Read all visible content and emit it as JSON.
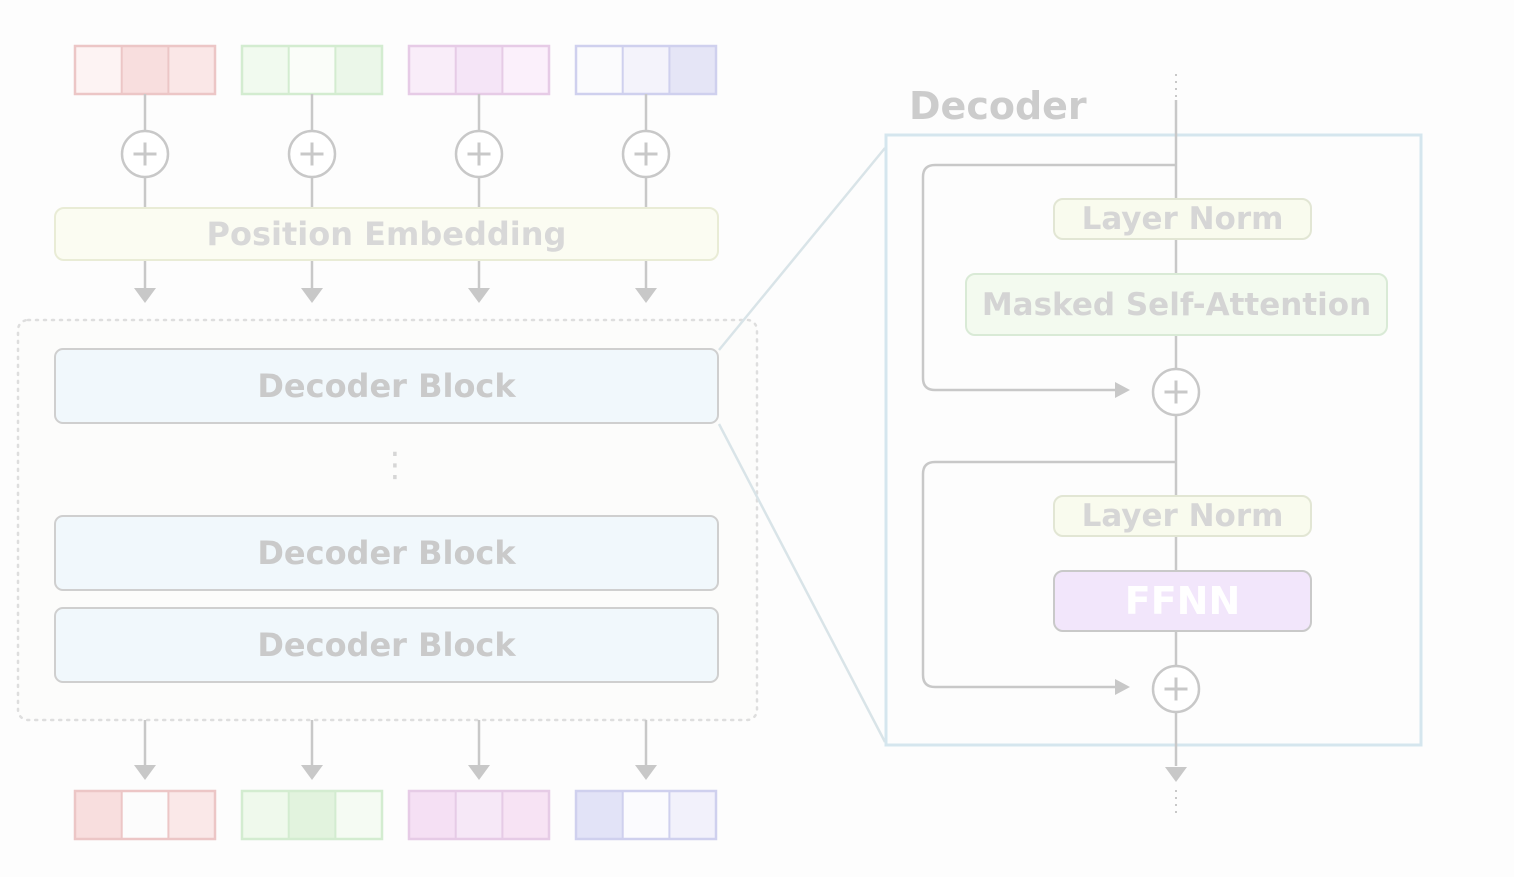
{
  "decoder_title": "Decoder",
  "position_embedding_label": "Position Embedding",
  "decoder_blocks": [
    "Decoder Block",
    "Decoder Block",
    "Decoder Block"
  ],
  "ellipsis": "⋮",
  "detail": {
    "layer_norm_1": "Layer Norm",
    "masked_self_attention": "Masked Self-Attention",
    "layer_norm_2": "Layer Norm",
    "ffnn": "FFNN"
  },
  "input_token_colors": [
    [
      "#fdf3f3",
      "#f8dede",
      "#fae7e7"
    ],
    [
      "#f1faef",
      "#fafdf9",
      "#ebf7e9"
    ],
    [
      "#f9edf9",
      "#f5e5f7",
      "#fbf0fb"
    ],
    [
      "#fbfbfd",
      "#f4f3fb",
      "#e5e5f6"
    ]
  ],
  "output_token_colors": [
    [
      "#f8dede",
      "#fcfcfc",
      "#fae8e8"
    ],
    [
      "#eff9ec",
      "#e2f3de",
      "#f5fbf3"
    ],
    [
      "#f5e0f4",
      "#f6e8f7",
      "#f7e3f4"
    ],
    [
      "#e2e3f7",
      "#fbfbfe",
      "#f2f1fb"
    ]
  ],
  "colors": {
    "token_border_red": "#ecc6c6",
    "token_border_green": "#d3ecd0",
    "token_border_purple": "#e6cbe6",
    "token_border_blue": "#cfd0ee",
    "line": "#c8c8c8",
    "decoder_frame": "#d5e6ee"
  }
}
